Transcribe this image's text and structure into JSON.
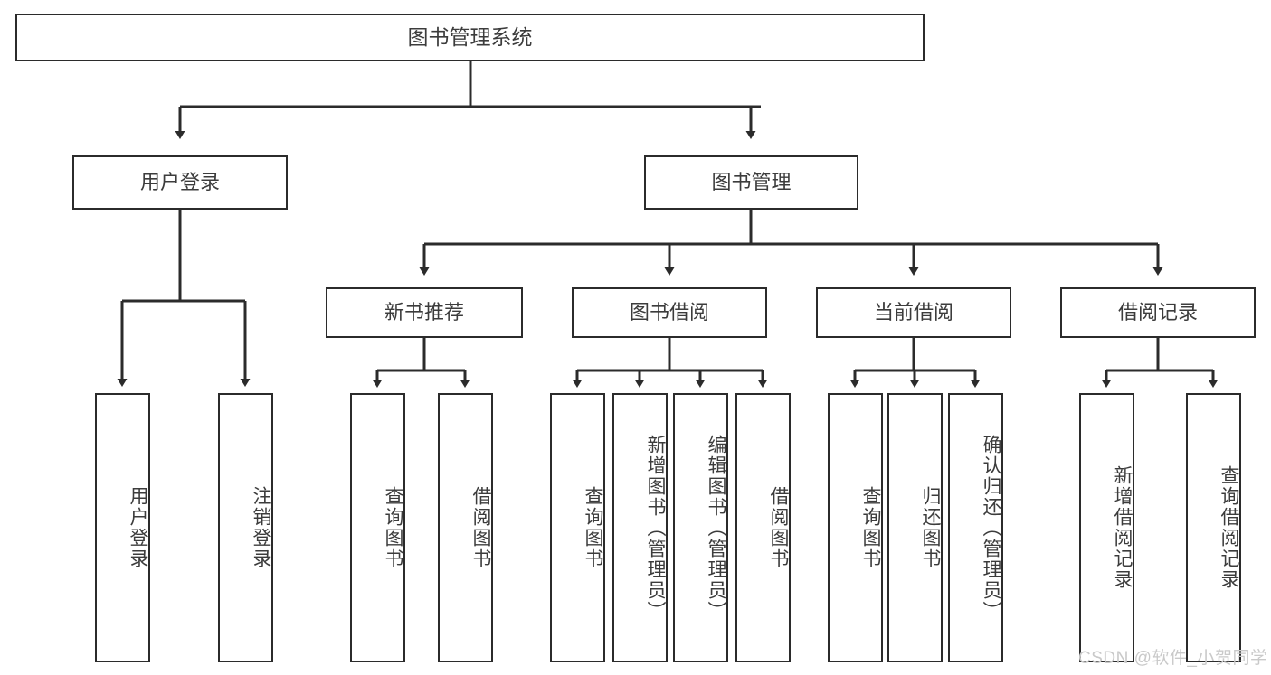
{
  "diagram": {
    "type": "tree-hierarchy-chart",
    "title": "图书管理系统",
    "stroke_color": "#2b2b2b",
    "text_color": "#3c3c3c",
    "background": "#ffffff",
    "watermark": "CSDN @软件_小贺同学"
  },
  "root": {
    "label": "图书管理系统"
  },
  "level2": [
    {
      "label": "用户登录"
    },
    {
      "label": "图书管理"
    }
  ],
  "level3": [
    {
      "label": "新书推荐"
    },
    {
      "label": "图书借阅"
    },
    {
      "label": "当前借阅"
    },
    {
      "label": "借阅记录"
    }
  ],
  "leaves": {
    "user_login": [
      {
        "label": "用户登录"
      },
      {
        "label": "注销登录"
      }
    ],
    "new_book_recommend": [
      {
        "label": "查询图书"
      },
      {
        "label": "借阅图书"
      }
    ],
    "book_borrow": [
      {
        "label": "查询图书"
      },
      {
        "label": "新增图书（管理员）"
      },
      {
        "label": "编辑图书（管理员）"
      },
      {
        "label": "借阅图书"
      }
    ],
    "current_borrow": [
      {
        "label": "查询图书"
      },
      {
        "label": "归还图书"
      },
      {
        "label": "确认归还（管理员）"
      }
    ],
    "borrow_record": [
      {
        "label": "新增借阅记录"
      },
      {
        "label": "查询借阅记录"
      }
    ]
  }
}
